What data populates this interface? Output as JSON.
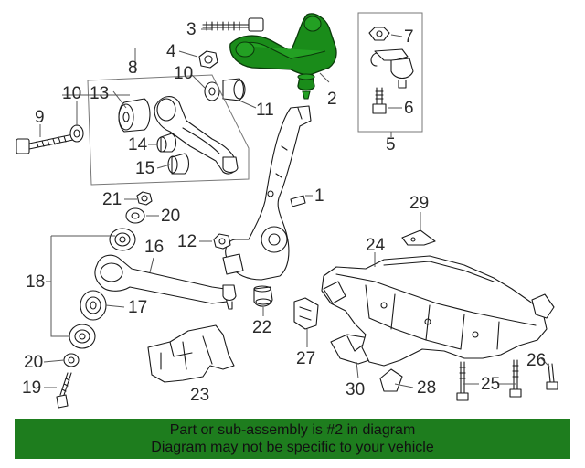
{
  "callouts": {
    "c1": "1",
    "c2": "2",
    "c3": "3",
    "c4": "4",
    "c5": "5",
    "c6": "6",
    "c7": "7",
    "c8": "8",
    "c9": "9",
    "c10a": "10",
    "c10b": "10",
    "c11": "11",
    "c12": "12",
    "c13": "13",
    "c14": "14",
    "c15": "15",
    "c16": "16",
    "c17": "17",
    "c18": "18",
    "c19": "19",
    "c20a": "20",
    "c20b": "20",
    "c21": "21",
    "c22": "22",
    "c23": "23",
    "c24": "24",
    "c25": "25",
    "c26": "26",
    "c27": "27",
    "c28": "28",
    "c29": "29",
    "c30": "30"
  },
  "highlight": {
    "part": "2",
    "color": "#1a8c1a"
  },
  "banner": {
    "line1": "Part or sub-assembly is #2 in diagram",
    "line2": "Diagram may not be specific to your vehicle",
    "color": "#1e7d1e"
  }
}
